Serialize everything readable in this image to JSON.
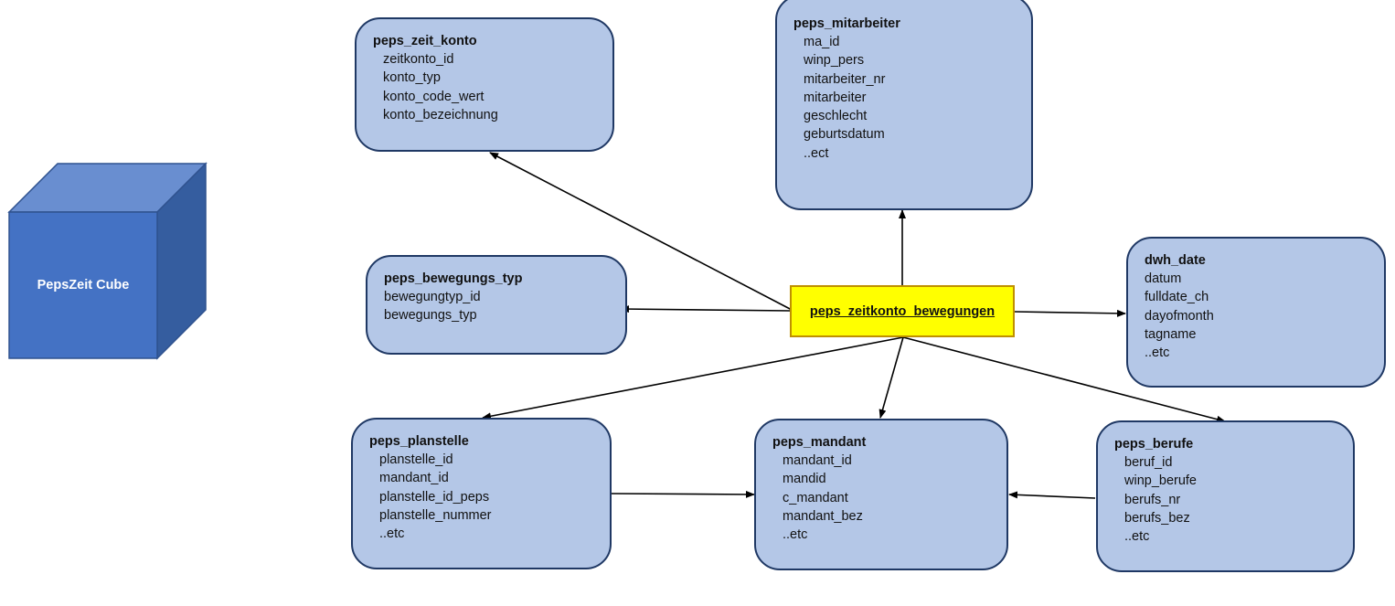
{
  "cube": {
    "label": "PepsZeit Cube",
    "colors": {
      "front": "#4472c4",
      "top": "#698ed0",
      "side": "#355d9f",
      "stroke": "#2f528f"
    }
  },
  "fact_table": {
    "name": "peps_zeitkonto_bewegungen",
    "fill": "#ffff00",
    "border": "#bf9000"
  },
  "entity_style": {
    "fill": "#b4c7e7",
    "border": "#1f3864"
  },
  "entities": {
    "peps_zeit_konto": {
      "title": "peps_zeit_konto",
      "fields": [
        "zeitkonto_id",
        "konto_typ",
        "konto_code_wert",
        "konto_bezeichnung"
      ]
    },
    "peps_mitarbeiter": {
      "title": "peps_mitarbeiter",
      "fields": [
        "ma_id",
        "winp_pers",
        "mitarbeiter_nr",
        "mitarbeiter",
        "geschlecht",
        "geburtsdatum",
        "..ect"
      ]
    },
    "peps_bewegungs_typ": {
      "title": "peps_bewegungs_typ",
      "fields": [
        "bewegungtyp_id",
        "bewegungs_typ"
      ]
    },
    "dwh_date": {
      "title": "dwh_date",
      "fields": [
        "datum",
        "fulldate_ch",
        "dayofmonth",
        "tagname",
        "..etc"
      ]
    },
    "peps_planstelle": {
      "title": "peps_planstelle",
      "fields": [
        "planstelle_id",
        "mandant_id",
        "planstelle_id_peps",
        "planstelle_nummer",
        "..etc"
      ]
    },
    "peps_mandant": {
      "title": "peps_mandant",
      "fields": [
        "mandant_id",
        "mandid",
        "c_mandant",
        "mandant_bez",
        "..etc"
      ]
    },
    "peps_berufe": {
      "title": "peps_berufe",
      "fields": [
        "beruf_id",
        "winp_berufe",
        "berufs_nr",
        "berufs_bez",
        "..etc"
      ]
    }
  },
  "relationships": [
    {
      "from": "peps_zeitkonto_bewegungen",
      "to": "peps_zeit_konto"
    },
    {
      "from": "peps_zeitkonto_bewegungen",
      "to": "peps_mitarbeiter"
    },
    {
      "from": "peps_zeitkonto_bewegungen",
      "to": "peps_bewegungs_typ"
    },
    {
      "from": "peps_zeitkonto_bewegungen",
      "to": "dwh_date"
    },
    {
      "from": "peps_zeitkonto_bewegungen",
      "to": "peps_planstelle"
    },
    {
      "from": "peps_zeitkonto_bewegungen",
      "to": "peps_mandant"
    },
    {
      "from": "peps_zeitkonto_bewegungen",
      "to": "peps_berufe"
    },
    {
      "from": "peps_planstelle",
      "to": "peps_mandant"
    },
    {
      "from": "peps_berufe",
      "to": "peps_mandant"
    }
  ]
}
